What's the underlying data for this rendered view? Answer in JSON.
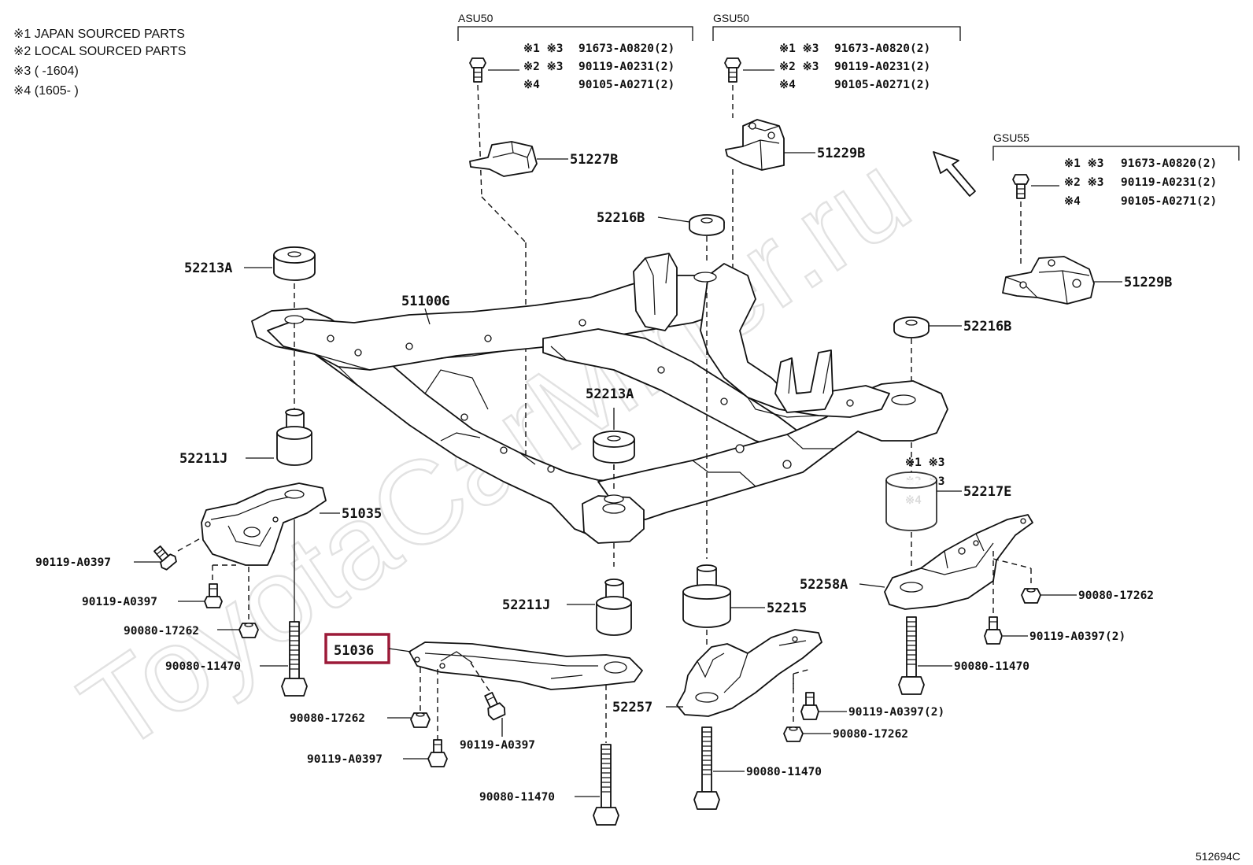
{
  "notes": [
    "※1 JAPAN SOURCED PARTS",
    "※2 LOCAL SOURCED PARTS",
    "※3 (     -1604)",
    "※4 (1605-     )"
  ],
  "groups": {
    "asu50": {
      "label": "ASU50",
      "rows": [
        {
          "marks": "※1 ※3",
          "part": "91673-A0820(2)"
        },
        {
          "marks": "※2 ※3",
          "part": "90119-A0231(2)"
        },
        {
          "marks": "※4",
          "part": "90105-A0271(2)"
        }
      ]
    },
    "gsu50": {
      "label": "GSU50",
      "rows": [
        {
          "marks": "※1 ※3",
          "part": "91673-A0820(2)"
        },
        {
          "marks": "※2 ※3",
          "part": "90119-A0231(2)"
        },
        {
          "marks": "※4",
          "part": "90105-A0271(2)"
        }
      ]
    },
    "gsu55": {
      "label": "GSU55",
      "rows": [
        {
          "marks": "※1 ※3",
          "part": "91673-A0820(2)"
        },
        {
          "marks": "※2 ※3",
          "part": "90119-A0231(2)"
        },
        {
          "marks": "※4",
          "part": "90105-A0271(2)"
        }
      ]
    }
  },
  "side_marks": [
    "※1 ※3",
    "※2 ※3",
    "※4"
  ],
  "labels": {
    "p51227b": "51227B",
    "p51229b_top": "51229B",
    "p51229b_right": "51229B",
    "p52216b_top": "52216B",
    "p52216b_right": "52216B",
    "p52213a_left": "52213A",
    "p52213a_mid": "52213A",
    "p51100g": "51100G",
    "p52211j_left": "52211J",
    "p52211j_mid": "52211J",
    "p51035": "51035",
    "p51036": "51036",
    "p52215": "52215",
    "p52217e": "52217E",
    "p52258a": "52258A",
    "p52257": "52257",
    "h_90119_a0397_a": "90119-A0397",
    "h_90119_a0397_b": "90119-A0397",
    "h_90080_17262_a": "90080-17262",
    "h_90080_11470_a": "90080-11470",
    "h_90080_17262_b": "90080-17262",
    "h_90119_a0397_c": "90119-A0397",
    "h_90119_a0397_d": "90119-A0397",
    "h_90080_11470_b": "90080-11470",
    "h_90080_11470_c": "90080-11470",
    "h_90119_a0397_2a": "90119-A0397(2)",
    "h_90080_17262_c": "90080-17262",
    "h_90080_17262_d": "90080-17262",
    "h_90119_a0397_2b": "90119-A0397(2)",
    "h_90080_11470_d": "90080-11470"
  },
  "figure_number": "512694C",
  "watermark": "ToyotaCarMiner.ru",
  "highlight_color": "#9c1a38"
}
